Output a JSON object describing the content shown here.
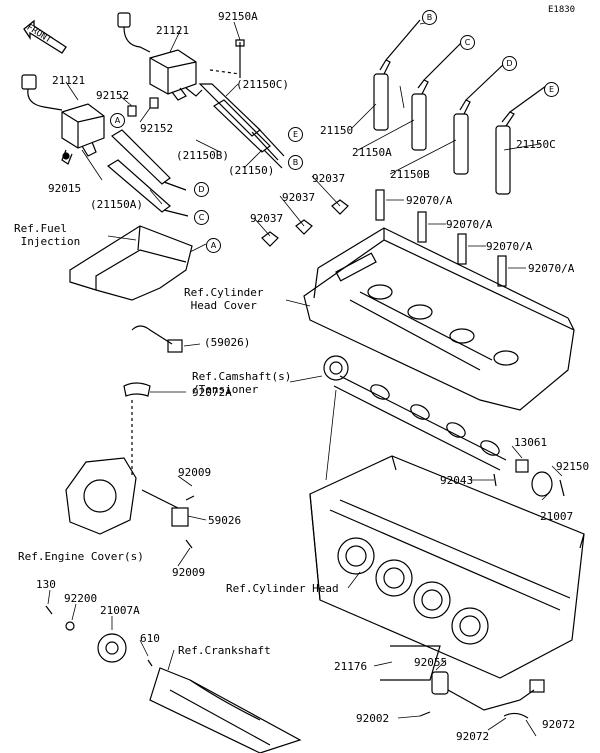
{
  "diagram_code": "E1830",
  "front_label": "FRONT",
  "parts": {
    "p21121a": "21121",
    "p21121b": "21121",
    "p92150a": "92150A",
    "p21150c_top": "(21150C)",
    "p92152a": "92152",
    "p92152b": "92152",
    "p92015": "92015",
    "p21150b_paren": "(21150B)",
    "p21150_paren": "(21150)",
    "p21150a_paren": "(21150A)",
    "p21150": "21150",
    "p21150a": "21150A",
    "p21150b": "21150B",
    "p21150c": "21150C",
    "p92037a": "92037",
    "p92037b": "92037",
    "p92037c": "92037",
    "p92070a_1": "92070/A",
    "p92070a_2": "92070/A",
    "p92070a_3": "92070/A",
    "p92070a_4": "92070/A",
    "p59026a": "(59026)",
    "p92072a": "92072A",
    "p92009a": "92009",
    "p59026b": "59026",
    "p92009b": "92009",
    "p13061": "13061",
    "p92043": "92043",
    "p92150": "92150",
    "p21007": "21007",
    "p130": "130",
    "p92200": "92200",
    "p21007a": "21007A",
    "p610": "610",
    "p21176": "21176",
    "p92055": "92055",
    "p92002": "92002",
    "p92072_1": "92072",
    "p92072_2": "92072"
  },
  "refs": {
    "fuel_injection": "Ref.Fuel\n Injection",
    "cyl_head_cover": "Ref.Cylinder\n Head Cover",
    "camshaft": "Ref.Camshaft(s)\n/Tensioner",
    "engine_cover": "Ref.Engine Cover(s)",
    "cylinder_head": "Ref.Cylinder Head",
    "crankshaft": "Ref.Crankshaft"
  },
  "callouts": {
    "B1": "B",
    "C1": "C",
    "D1": "D",
    "E1": "E",
    "A1": "A",
    "E2": "E",
    "B2": "B",
    "D2": "D",
    "C2": "C",
    "A2": "A"
  }
}
